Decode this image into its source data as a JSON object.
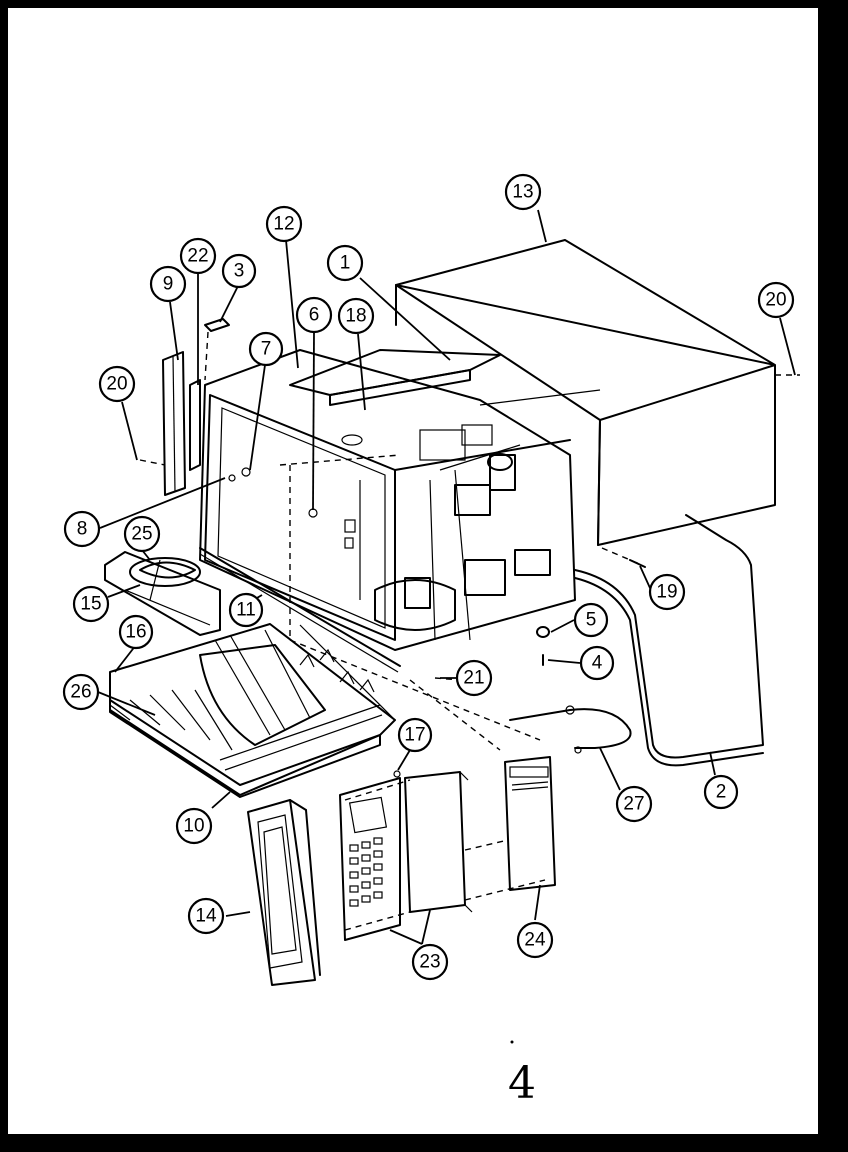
{
  "diagram": {
    "page_number": "4",
    "callouts": [
      {
        "id": "c13",
        "label": "13"
      },
      {
        "id": "c12",
        "label": "12"
      },
      {
        "id": "c1",
        "label": "1"
      },
      {
        "id": "c22",
        "label": "22"
      },
      {
        "id": "c3",
        "label": "3"
      },
      {
        "id": "c9",
        "label": "9"
      },
      {
        "id": "c6",
        "label": "6"
      },
      {
        "id": "c18",
        "label": "18"
      },
      {
        "id": "c7",
        "label": "7"
      },
      {
        "id": "c20a",
        "label": "20"
      },
      {
        "id": "c20b",
        "label": "20"
      },
      {
        "id": "c8",
        "label": "8"
      },
      {
        "id": "c25",
        "label": "25"
      },
      {
        "id": "c15",
        "label": "15"
      },
      {
        "id": "c11",
        "label": "11"
      },
      {
        "id": "c16",
        "label": "16"
      },
      {
        "id": "c26",
        "label": "26"
      },
      {
        "id": "c5",
        "label": "5"
      },
      {
        "id": "c4",
        "label": "4"
      },
      {
        "id": "c21",
        "label": "21"
      },
      {
        "id": "c19",
        "label": "19"
      },
      {
        "id": "c17",
        "label": "17"
      },
      {
        "id": "c10",
        "label": "10"
      },
      {
        "id": "c27",
        "label": "27"
      },
      {
        "id": "c2",
        "label": "2"
      },
      {
        "id": "c14",
        "label": "14"
      },
      {
        "id": "c23",
        "label": "23"
      },
      {
        "id": "c24",
        "label": "24"
      }
    ]
  }
}
